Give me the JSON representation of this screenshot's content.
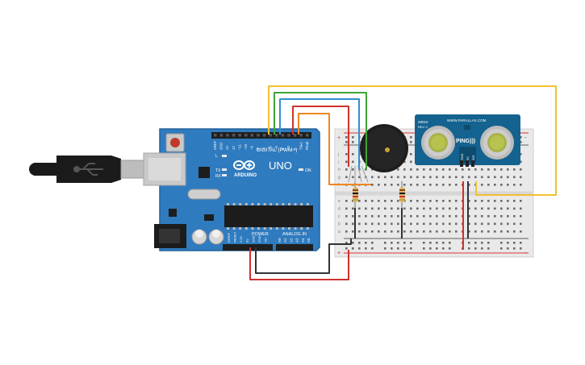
{
  "board": {
    "model": "UNO",
    "brand": "ARDUINO",
    "reset_label": "RESET",
    "digital_label": "DIGITAL (PWM~)",
    "power_label": "POWER",
    "analog_label": "ANALOG IN",
    "on_label": "ON",
    "tx_label": "TX",
    "rx_label": "RX",
    "l_label": "L",
    "digital_pins": [
      "AREF",
      "GND",
      "13",
      "12",
      "~11",
      "~10",
      "~9",
      "8",
      "7",
      "~6",
      "~5",
      "4",
      "~3",
      "2",
      "TX▸1",
      "RX◂0"
    ],
    "power_pins": [
      "IOREF",
      "RESET",
      "3.3V",
      "5V",
      "GND",
      "GND",
      "Vin"
    ],
    "analog_pins": [
      "A0",
      "A1",
      "A2",
      "A3",
      "A4",
      "A5"
    ]
  },
  "sensor": {
    "brand_url": "WWW.PARALLAX.COM",
    "model": "PING)))",
    "part_no": "28015",
    "rev": "REV C",
    "pin_labels": [
      "GND",
      "5V",
      "SIG"
    ]
  },
  "breadboard": {
    "row_letters_top": [
      "j",
      "i",
      "h",
      "g",
      "f"
    ],
    "row_letters_bottom": [
      "e",
      "d",
      "c",
      "b",
      "a"
    ],
    "plus": "+",
    "minus": "-"
  },
  "wire_colors": {
    "red": "#d0312d",
    "black": "#333333",
    "yellow": "#f2c12e",
    "green": "#3fa535",
    "blue": "#2f8fd6",
    "orange": "#f0861f"
  },
  "board_color": "#2f7bbf",
  "sensor_color": "#14628f"
}
